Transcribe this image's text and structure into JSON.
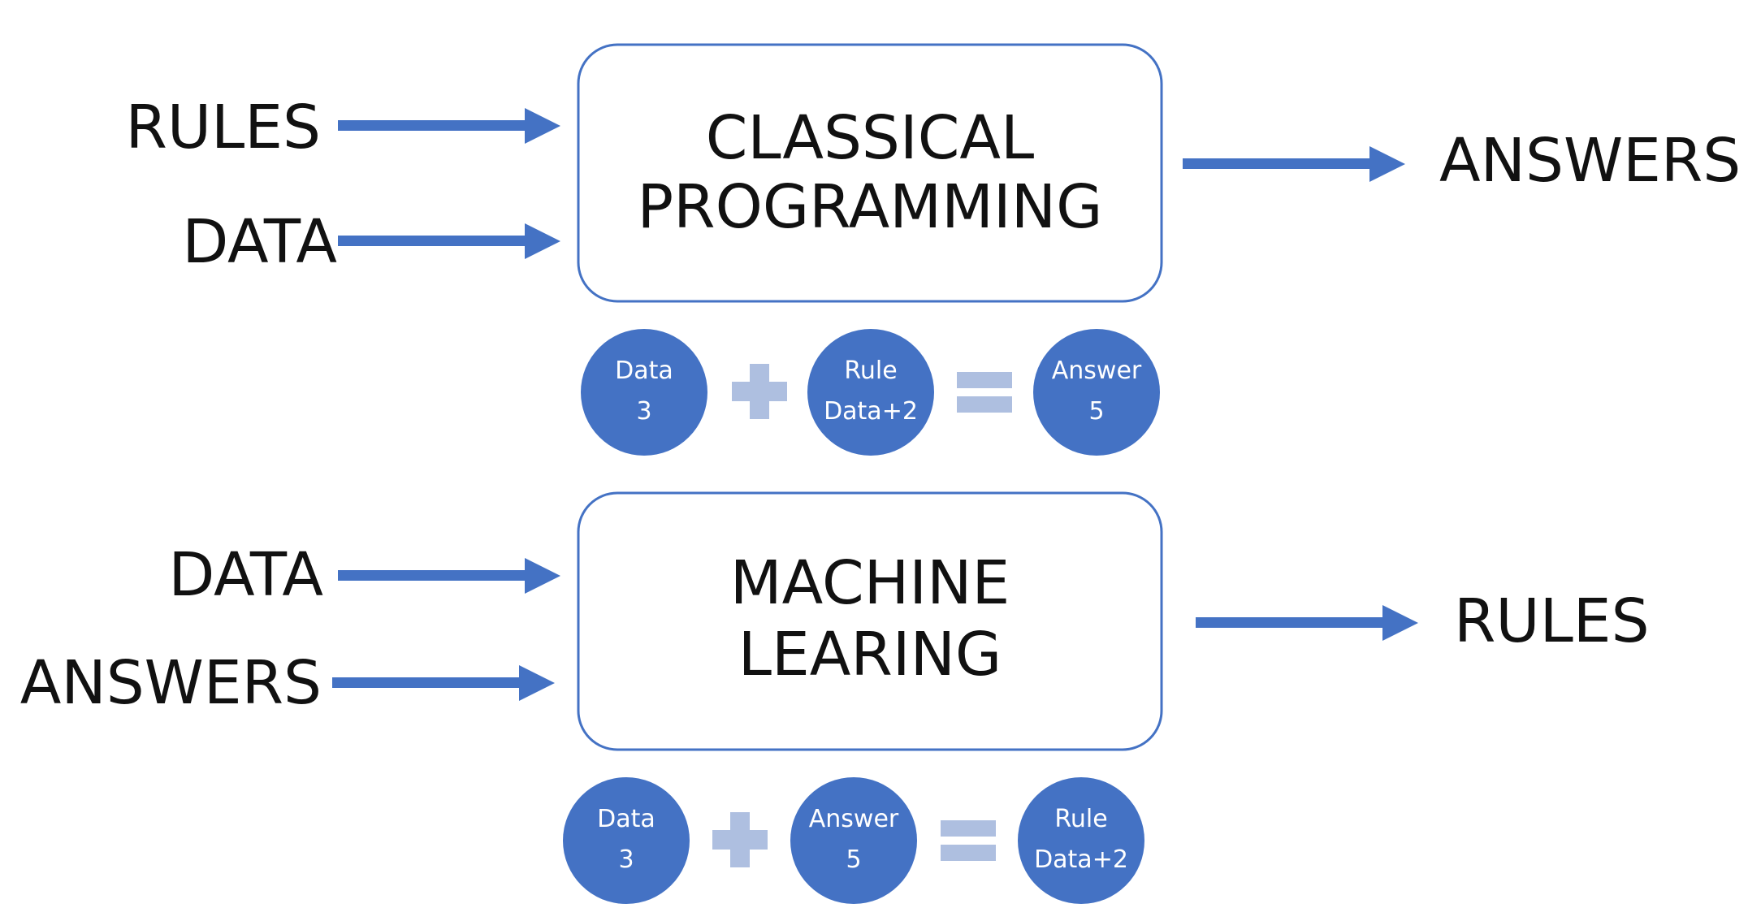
{
  "top": {
    "inputs": [
      "RULES",
      "DATA"
    ],
    "box_lines": [
      "CLASSICAL",
      "PROGRAMMING"
    ],
    "output": "ANSWERS",
    "equation": {
      "left": {
        "title": "Data",
        "value": "3"
      },
      "middle": {
        "title": "Rule",
        "value": "Data+2"
      },
      "right": {
        "title": "Answer",
        "value": "5"
      }
    }
  },
  "bottom": {
    "inputs": [
      "DATA",
      "ANSWERS"
    ],
    "box_lines": [
      "MACHINE",
      "LEARING"
    ],
    "output": "RULES",
    "equation": {
      "left": {
        "title": "Data",
        "value": "3"
      },
      "middle": {
        "title": "Answer",
        "value": "5"
      },
      "right": {
        "title": "Rule",
        "value": "Data+2"
      }
    }
  },
  "colors": {
    "arrow": "#4472c4",
    "box_border": "#4472c4",
    "circle": "#4472c4",
    "operator": "#aebfe0",
    "text": "#111111",
    "circle_text": "#ffffff"
  }
}
